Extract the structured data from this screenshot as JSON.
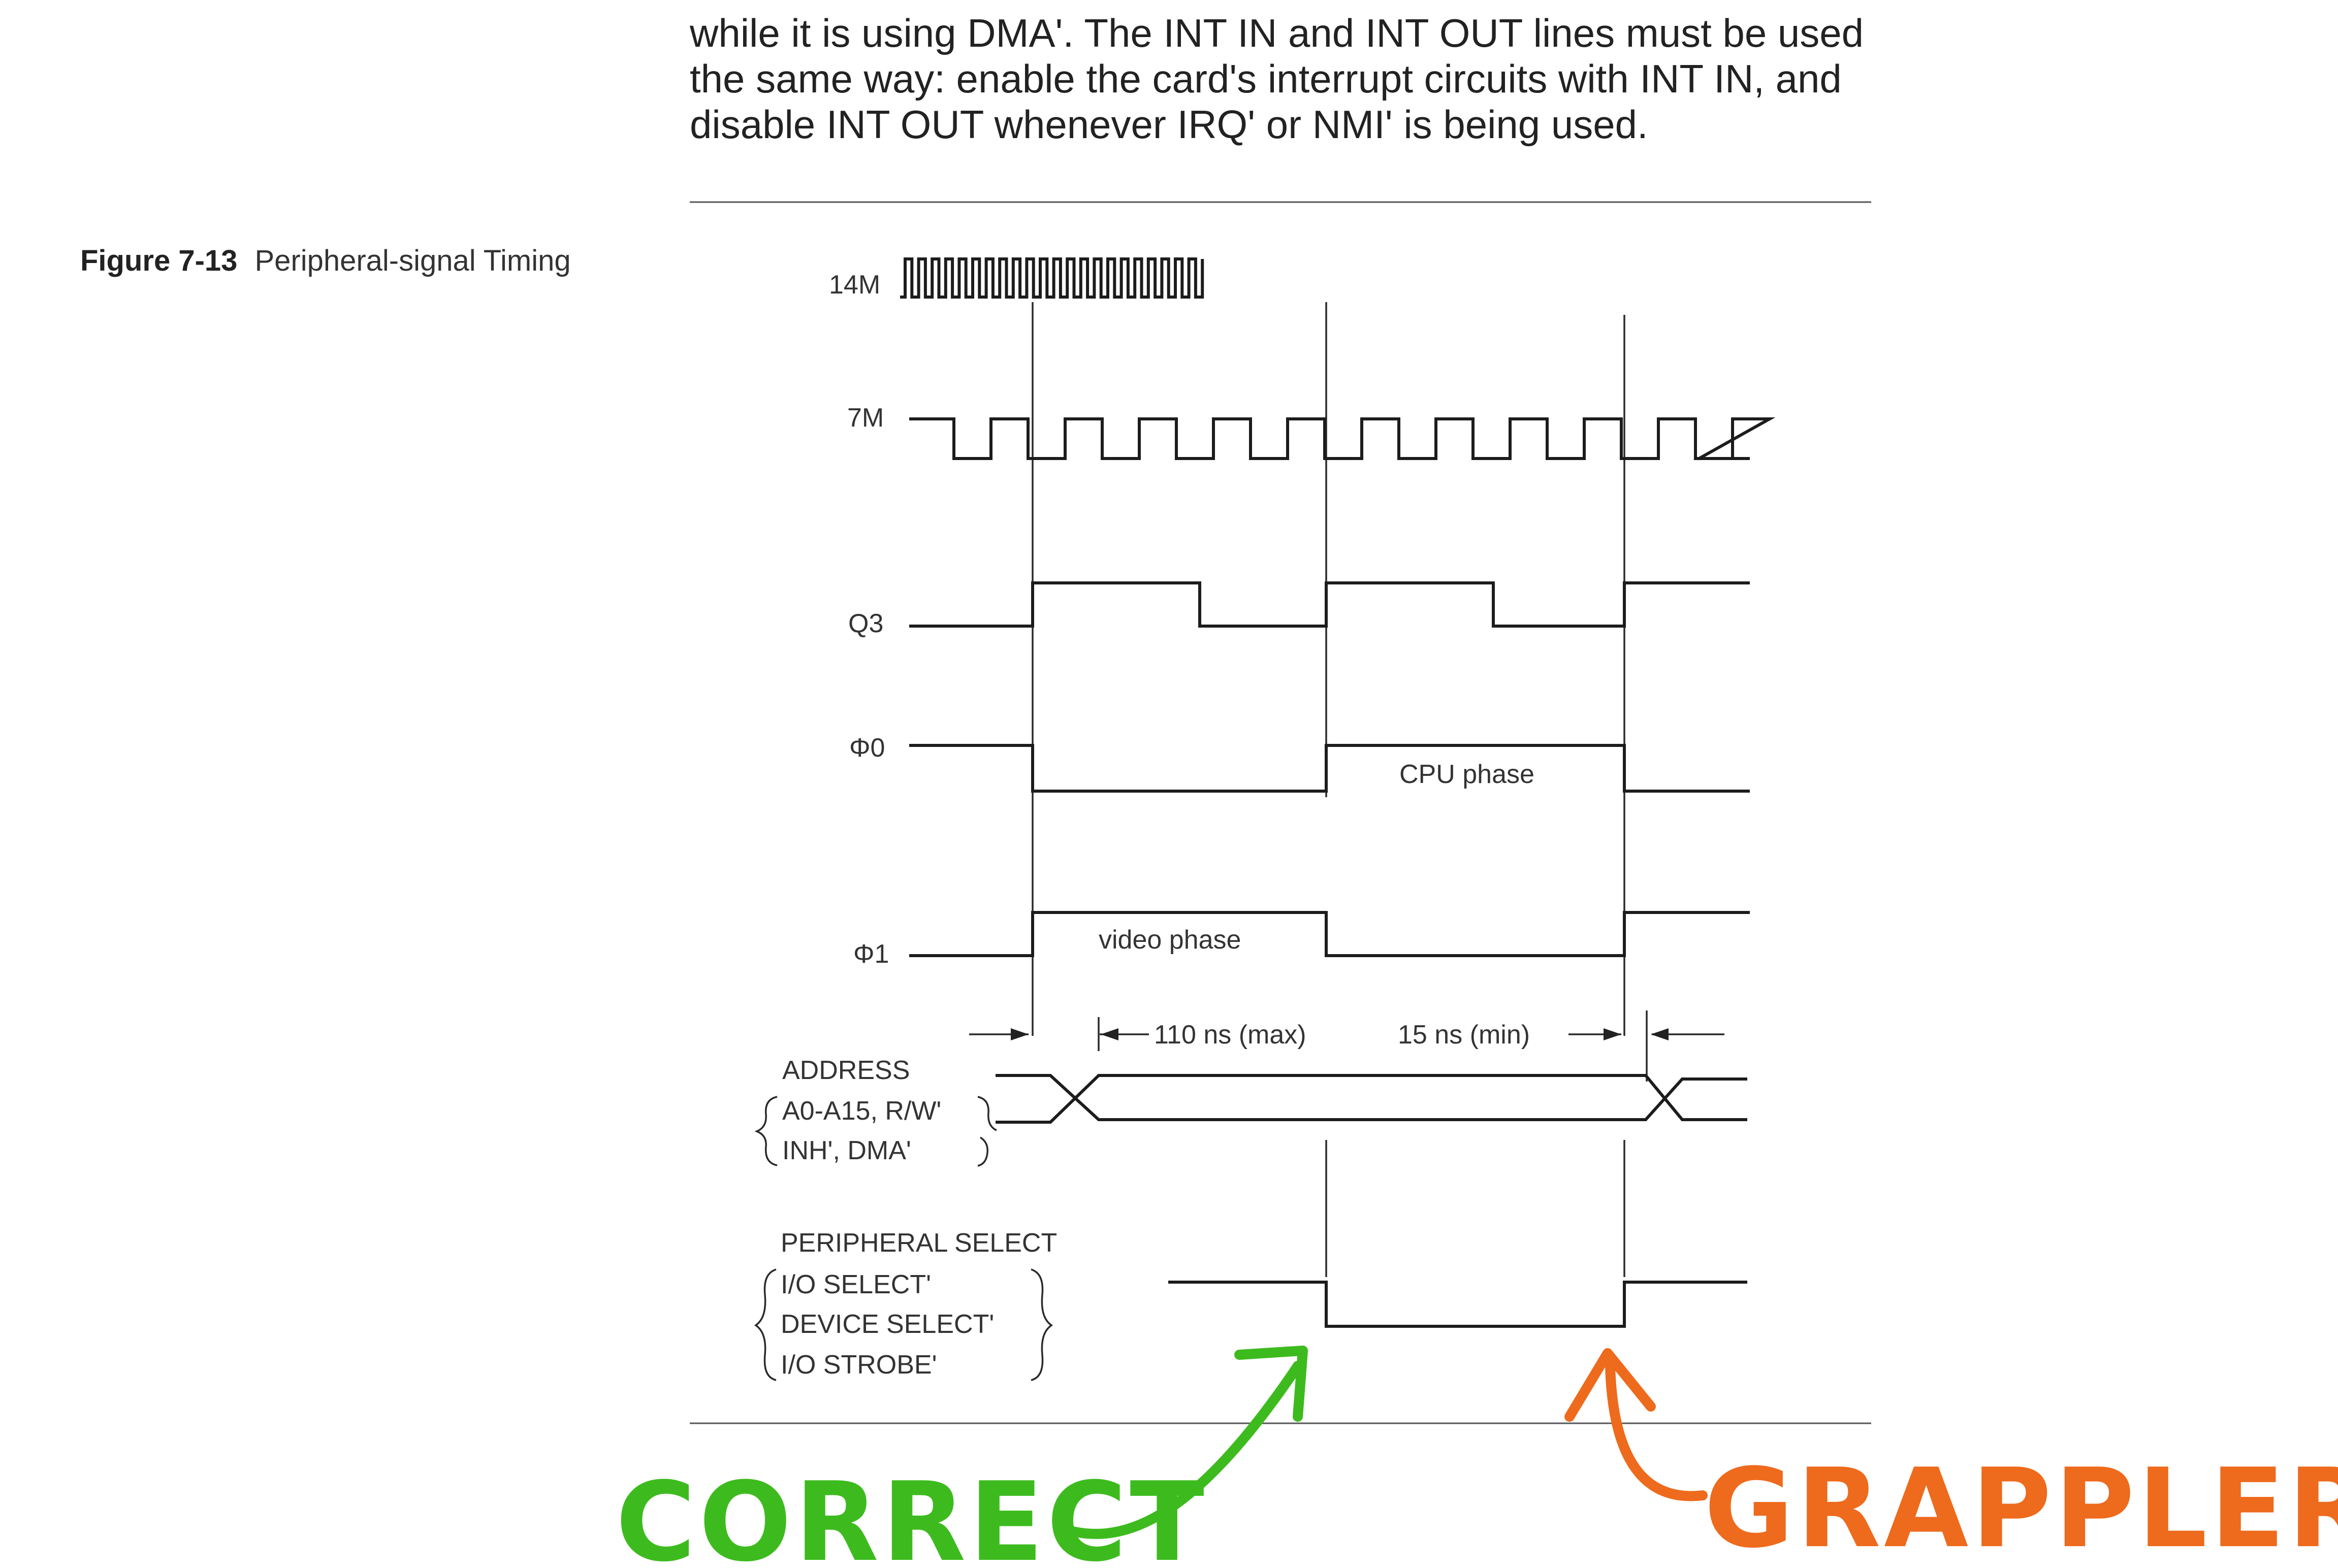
{
  "text_lines": [
    "while it is using DMA'. The INT IN and INT OUT lines must be used",
    "the same way: enable the card's interrupt circuits with INT IN, and",
    "disable INT OUT whenever IRQ' or NMI' is being used."
  ],
  "figure": {
    "label": "Figure 7-13",
    "title": "Peripheral-signal Timing"
  },
  "signals": {
    "m14": "14M",
    "m7": "7M",
    "q3": "Q3",
    "phi0": "Φ0",
    "phi1": "Φ1"
  },
  "phase_labels": {
    "cpu": "CPU phase",
    "video": "video phase"
  },
  "timing": {
    "max_delay": "110 ns (max)",
    "min_hold": "15 ns (min)"
  },
  "address_group": {
    "title": "ADDRESS",
    "line1": "A0-A15, R/W'",
    "line2": "INH', DMA'"
  },
  "peripheral_group": {
    "title": "PERIPHERAL SELECT",
    "line1": "I/O SELECT'",
    "line2": "DEVICE SELECT'",
    "line3": "I/O STROBE'"
  },
  "annotations": {
    "correct": {
      "text": "CORRECT",
      "color": "#3dbb1e"
    },
    "grappler": {
      "text": "GRAPPLER+",
      "color": "#ee6a1c"
    }
  }
}
